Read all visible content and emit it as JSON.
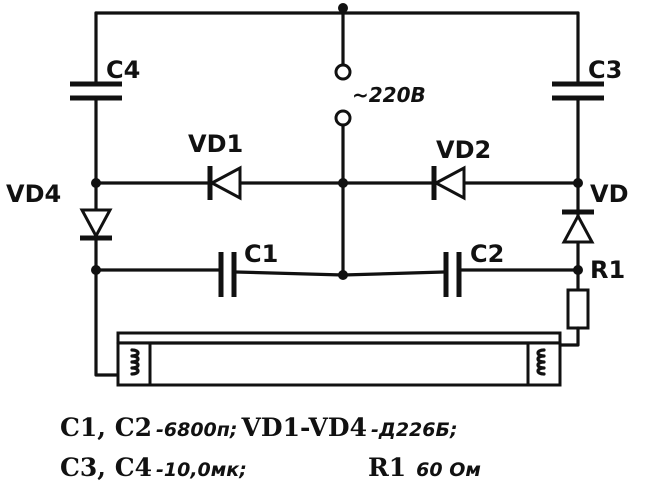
{
  "labels": {
    "c4": "C4",
    "c3": "C3",
    "voltage": "~220В",
    "vd1": "VD1",
    "vd2": "VD2",
    "vd4": "VD4",
    "vd": "VD",
    "c1": "C1",
    "c2": "C2",
    "r1": "R1"
  },
  "caption": {
    "line1_a": "C1, C2",
    "line1_b": "-6800п;",
    "line1_c": "VD1-VD4",
    "line1_d": "-Д226Б;",
    "line2_a": "C3, C4",
    "line2_b": "-10,0мк;",
    "line2_c": "R1",
    "line2_d": "60 Ом"
  }
}
